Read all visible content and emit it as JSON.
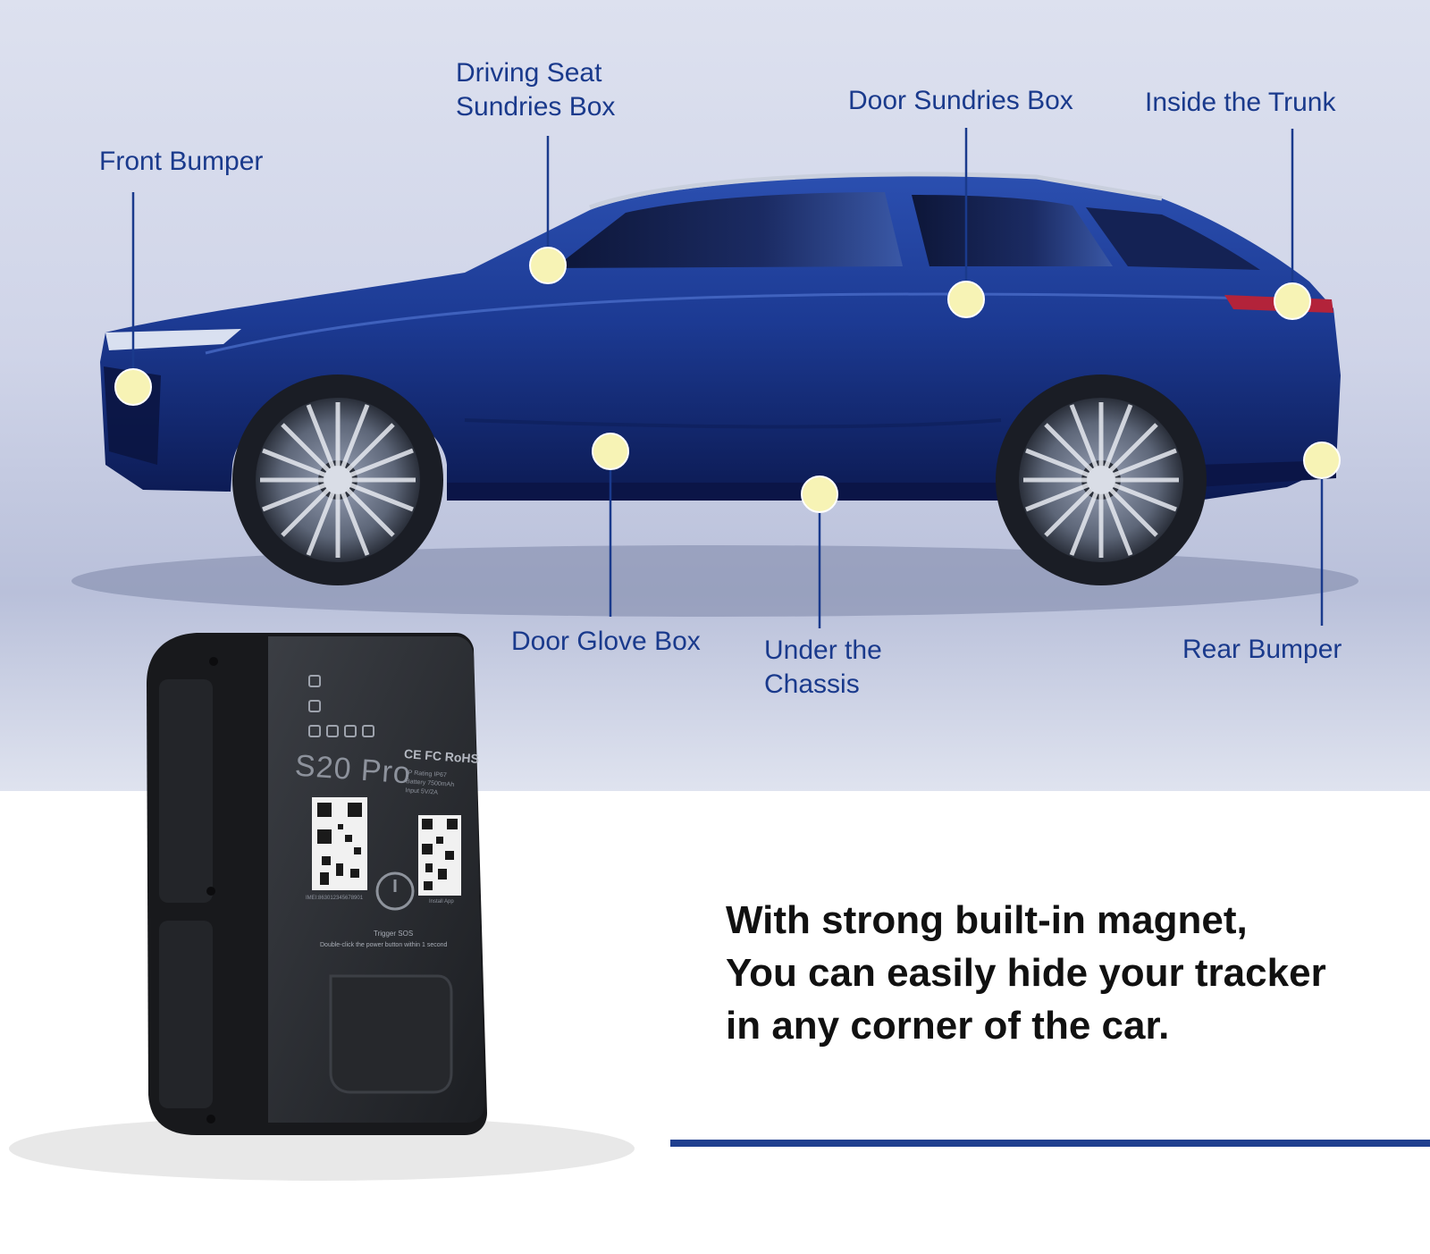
{
  "labels": {
    "front_bumper": "Front Bumper",
    "driving_seat": [
      "Driving Seat",
      "Sundries Box"
    ],
    "door_sundries": "Door Sundries Box",
    "inside_trunk": "Inside the Trunk",
    "door_glove": "Door Glove Box",
    "under_chassis": [
      "Under the",
      "Chassis"
    ],
    "rear_bumper": "Rear Bumper"
  },
  "device": {
    "model": "S20 Pro",
    "certifications": "CE FC RoHS",
    "spec_rows": [
      {
        "key": "IP Rating",
        "value": "IP67"
      },
      {
        "key": "Battery",
        "value": "7500mAh"
      },
      {
        "key": "Input",
        "value": "5V/2A"
      }
    ],
    "imei": "IMEI:863012345678901",
    "trigger_sos": "Trigger SOS",
    "sos_hint": "Double-click the power button within 1 second",
    "app_label": "Install App"
  },
  "tagline": [
    "With strong built-in magnet,",
    "You can easily hide your tracker",
    "in any corner of the car."
  ],
  "colors": {
    "label_blue": "#1a3a8c",
    "marker_yellow": "#f7f3b5",
    "car_body": "#1f3a8f",
    "accent_rule": "#1f3f8f"
  }
}
